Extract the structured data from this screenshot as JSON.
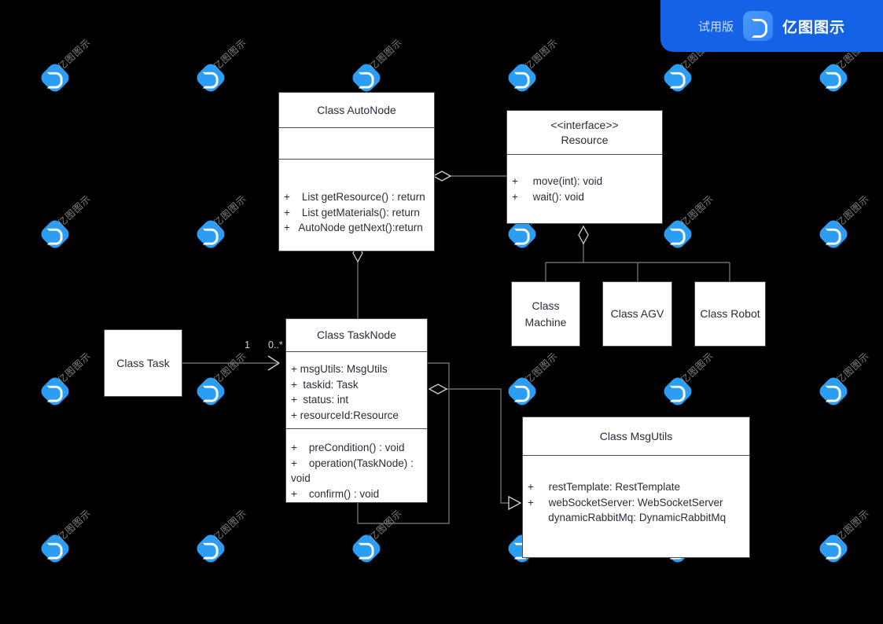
{
  "banner": {
    "trial_label": "试用版",
    "brand_name": "亿图图示",
    "logo_icon": "edraw-logo-icon",
    "bg_color": "#1463E6"
  },
  "watermark": {
    "text": "亿图图示",
    "logo_icon": "edraw-watermark-icon",
    "logo_color": "#2B9DF4"
  },
  "canvas": {
    "background": "#000000",
    "box_fill": "#ffffff",
    "box_stroke": "#4a4a4a",
    "text_color": "#2b2b3a"
  },
  "diagram": {
    "type": "uml-class-diagram",
    "classes": [
      {
        "id": "autonode",
        "title": "Class AutoNode",
        "attributes": [],
        "methods": [
          "+    List getResource() : return",
          "+    List getMaterials(): return",
          "+   AutoNode getNext():return"
        ]
      },
      {
        "id": "resource",
        "stereotype": "<<interface>>",
        "title": "Resource",
        "attributes": [],
        "methods": [
          "+     move(int): void",
          "+     wait(): void"
        ]
      },
      {
        "id": "machine",
        "title": "Class\nMachine"
      },
      {
        "id": "agv",
        "title": "Class AGV"
      },
      {
        "id": "robot",
        "title": "Class Robot"
      },
      {
        "id": "task",
        "title": "Class Task"
      },
      {
        "id": "tasknode",
        "title": "Class TaskNode",
        "attributes": [
          "+ msgUtils: MsgUtils",
          "+  taskid: Task",
          "+  status: int",
          "+ resourceId:Resource"
        ],
        "methods": [
          "+    preCondition() : void",
          "+    operation(TaskNode) : void",
          "+    confirm() : void"
        ]
      },
      {
        "id": "msgutils",
        "title": "Class MsgUtils",
        "attributes": [
          "+     restTemplate: RestTemplate",
          "+     webSocketServer: WebSocketServer",
          "       dynamicRabbitMq: DynamicRabbitMq"
        ],
        "methods": []
      }
    ],
    "edge_labels": {
      "task_source": "1",
      "tasknode_target": "0..*"
    },
    "relations": [
      {
        "from": "autonode",
        "to": "resource",
        "kind": "aggregation"
      },
      {
        "from": "autonode",
        "to": "tasknode",
        "kind": "aggregation"
      },
      {
        "from": "resource",
        "to": "machine",
        "kind": "aggregation"
      },
      {
        "from": "resource",
        "to": "agv",
        "kind": "aggregation"
      },
      {
        "from": "resource",
        "to": "robot",
        "kind": "aggregation"
      },
      {
        "from": "task",
        "to": "tasknode",
        "kind": "association"
      },
      {
        "from": "tasknode",
        "to": "msgutils",
        "kind": "aggregation"
      },
      {
        "from": "tasknode",
        "to": "tasknode",
        "kind": "self-loop"
      }
    ]
  }
}
